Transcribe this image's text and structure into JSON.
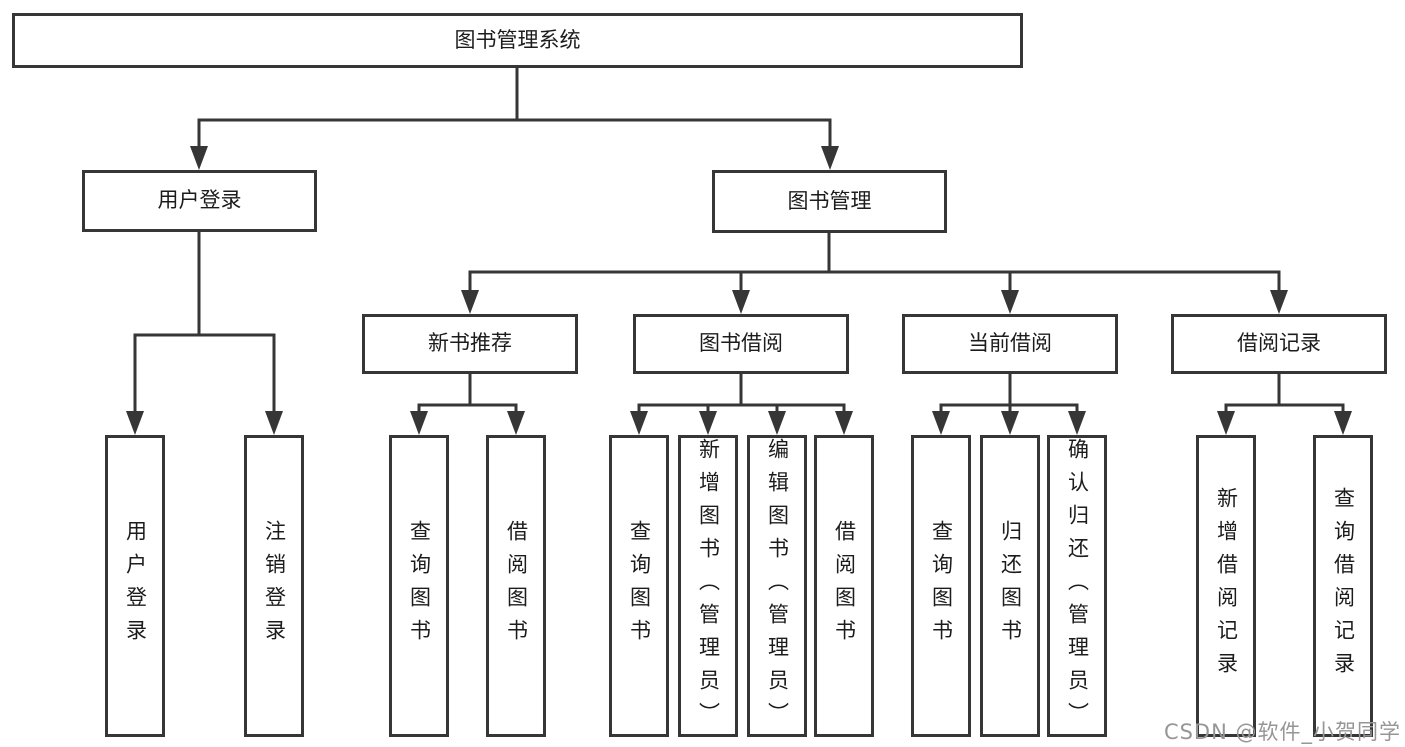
{
  "diagram": {
    "root": {
      "label": "图书管理系统"
    },
    "branches": [
      {
        "label": "用户登录",
        "children": [
          {
            "label": "用户登录"
          },
          {
            "label": "注销登录"
          }
        ]
      },
      {
        "label": "图书管理",
        "children": [
          {
            "label": "新书推荐",
            "children": [
              {
                "label": "查询图书"
              },
              {
                "label": "借阅图书"
              }
            ]
          },
          {
            "label": "图书借阅",
            "children": [
              {
                "label": "查询图书"
              },
              {
                "label": "新增图书（管理员）"
              },
              {
                "label": "编辑图书（管理员）"
              },
              {
                "label": "借阅图书"
              }
            ]
          },
          {
            "label": "当前借阅",
            "children": [
              {
                "label": "查询图书"
              },
              {
                "label": "归还图书"
              },
              {
                "label": "确认归还（管理员）"
              }
            ]
          },
          {
            "label": "借阅记录",
            "children": [
              {
                "label": "新增借阅记录"
              },
              {
                "label": "查询借阅记录"
              }
            ]
          }
        ]
      }
    ]
  },
  "watermark": {
    "text": "CSDN @软件_小贺同学"
  },
  "colors": {
    "line": "#363636",
    "text": "#1c1c1c",
    "watermark": "#969696",
    "background": "#ffffff"
  }
}
